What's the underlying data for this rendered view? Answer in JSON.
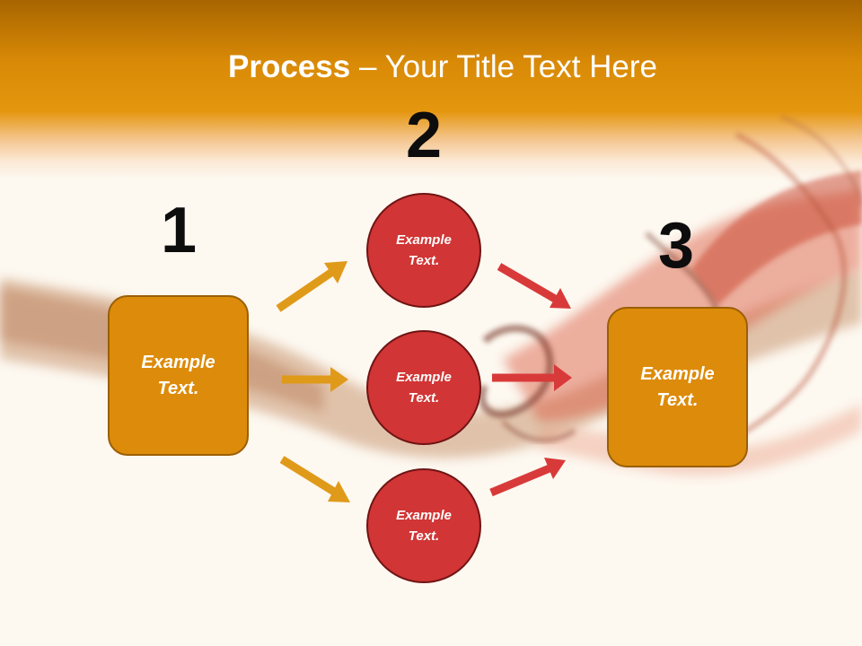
{
  "slide": {
    "title_bold": "Process",
    "title_dash": " – ",
    "title_rest": "Your Title Text Here",
    "steps": [
      {
        "number": "1"
      },
      {
        "number": "2"
      },
      {
        "number": "3"
      }
    ],
    "left_box": {
      "text": "Example Text."
    },
    "circles": [
      {
        "text": "Example Text."
      },
      {
        "text": "Example Text."
      },
      {
        "text": "Example Text."
      }
    ],
    "right_box": {
      "text": "Example Text."
    }
  },
  "colors": {
    "header_orange": "#e5960f",
    "box_fill": "#dd8b0a",
    "circle_fill": "#d13535",
    "arrow_orange": "#e09a1a",
    "arrow_red": "#d83a3a"
  }
}
